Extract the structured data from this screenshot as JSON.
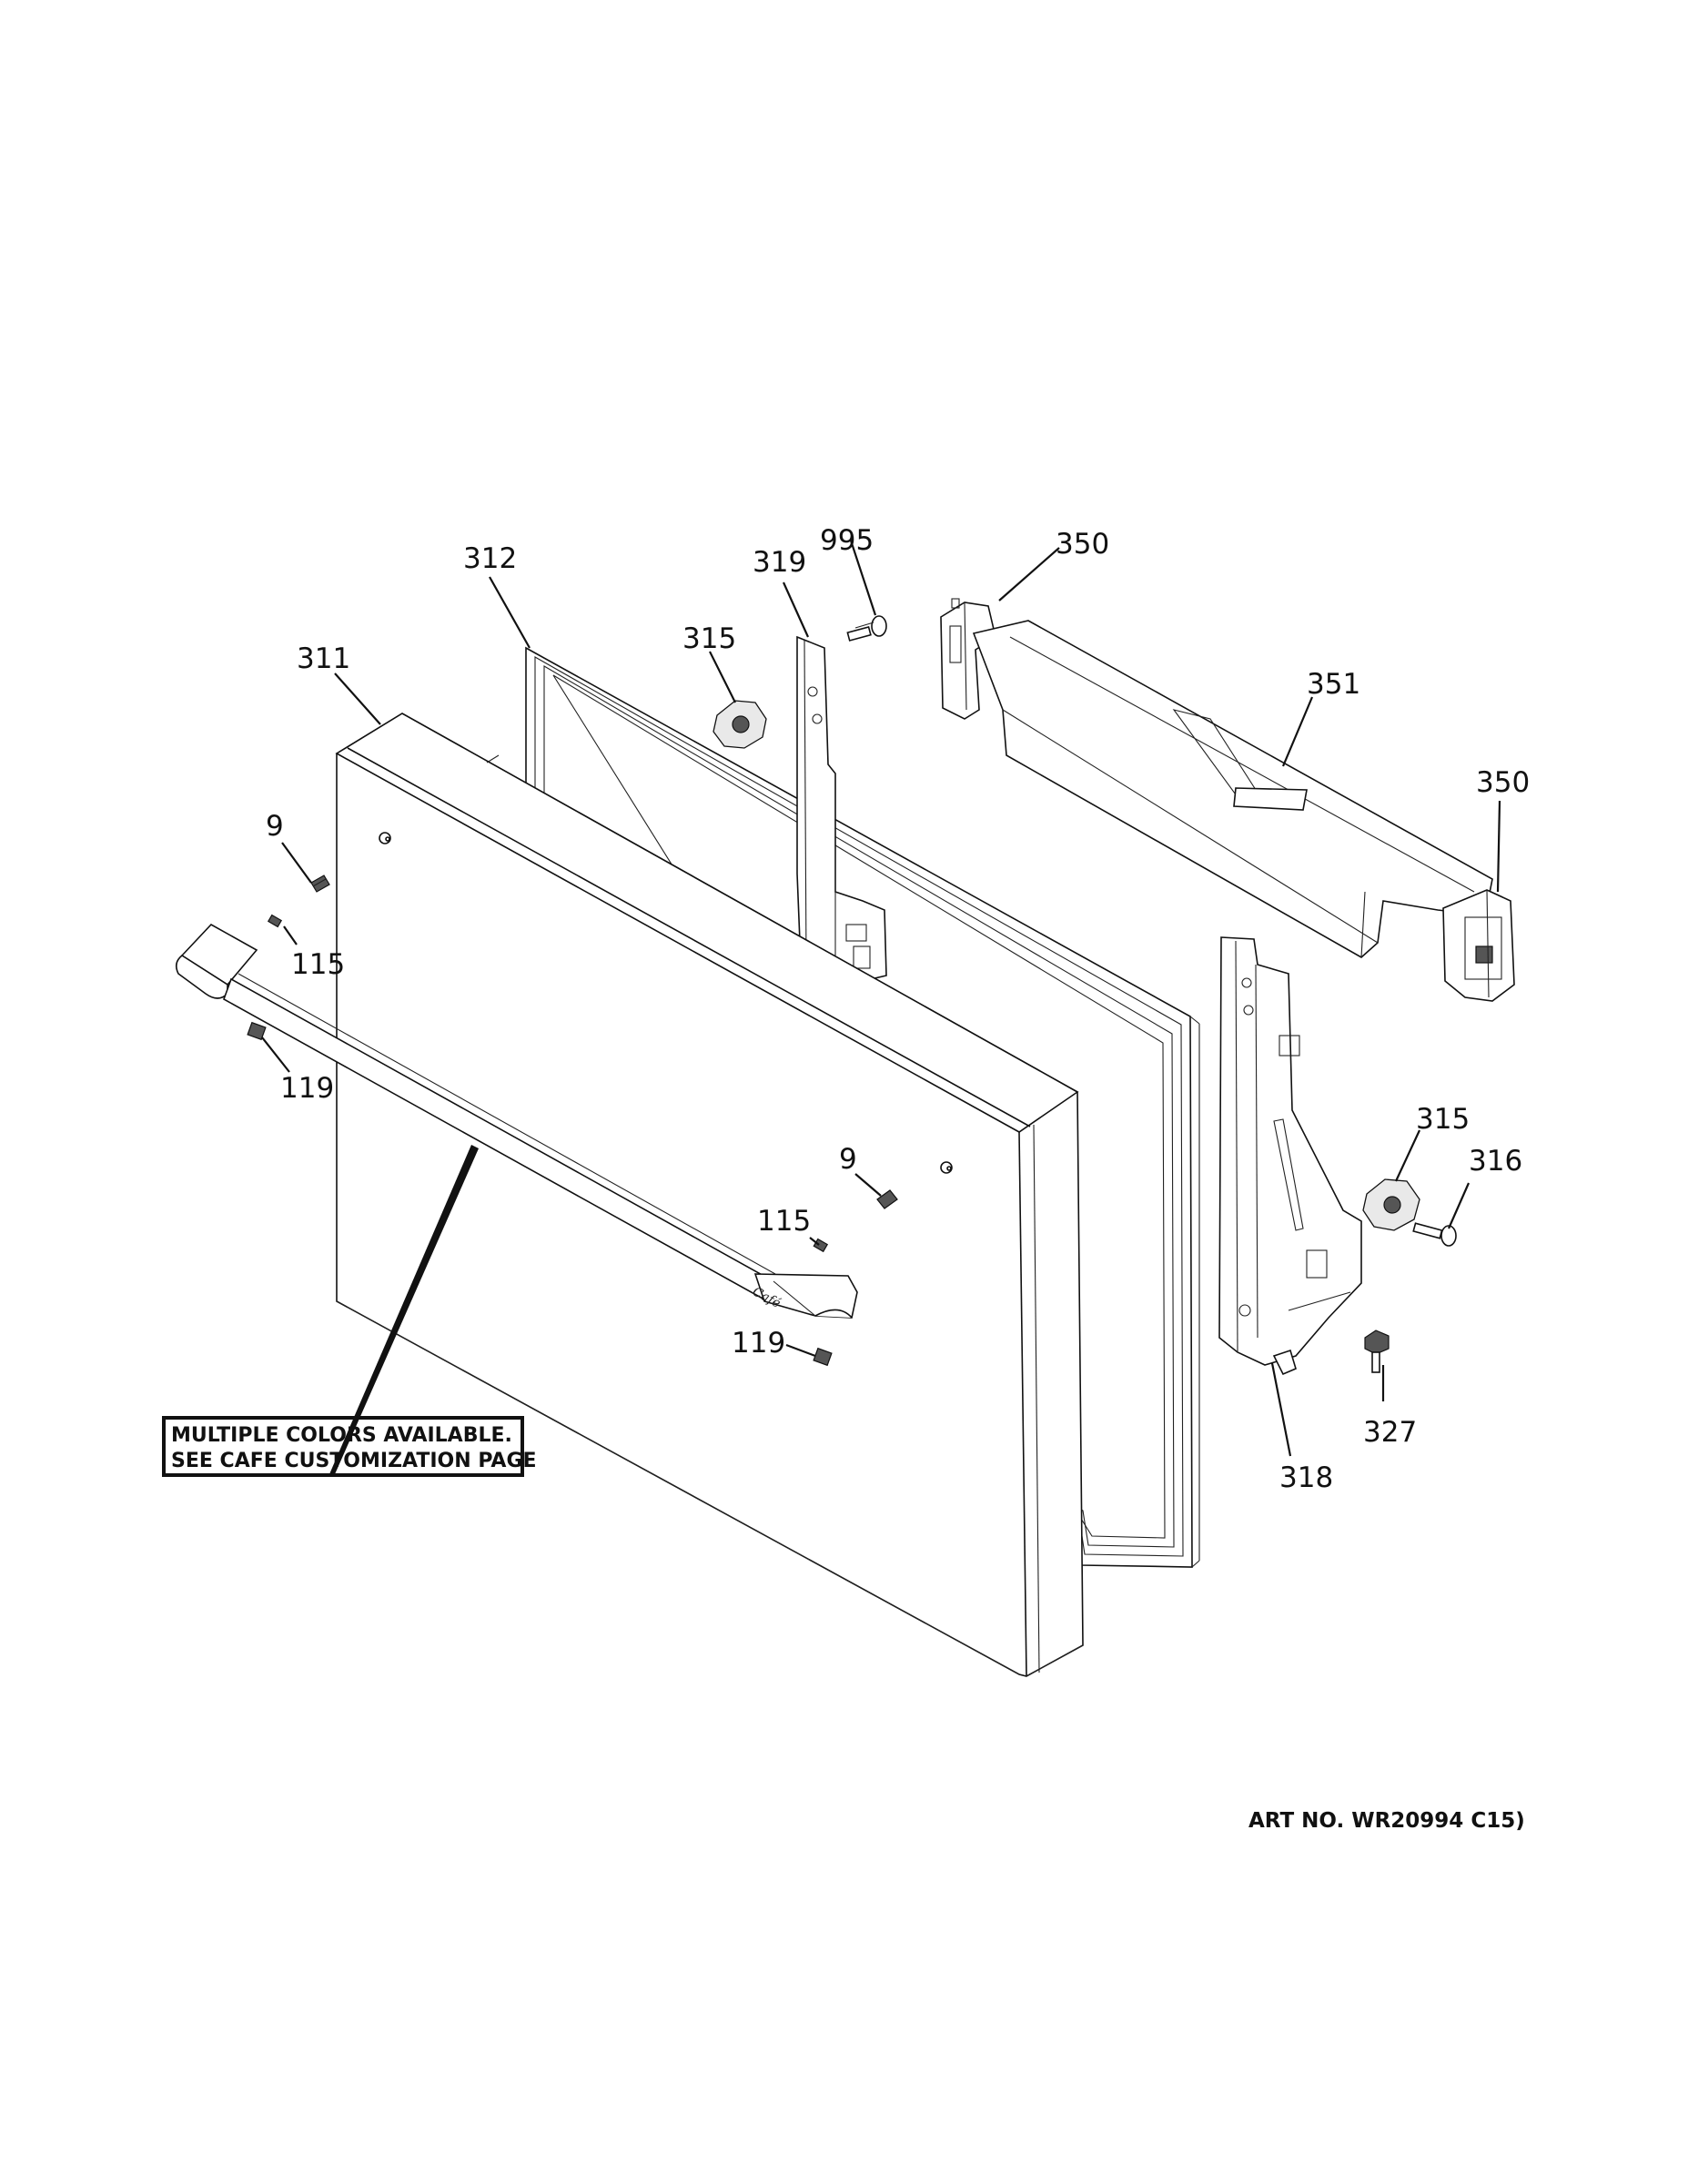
{
  "callouts": {
    "c312": "312",
    "c319": "319",
    "c995": "995",
    "c350_top": "350",
    "c315_top": "315",
    "c311": "311",
    "c351": "351",
    "c350_right": "350",
    "c9_left": "9",
    "c115_left": "115",
    "c119_left": "119",
    "c9_right": "9",
    "c115_right": "115",
    "c119_right": "119",
    "c315_right": "315",
    "c316": "316",
    "c327": "327",
    "c318": "318"
  },
  "note": {
    "line1": "MULTIPLE COLORS AVAILABLE.",
    "line2": "SEE CAFE CUSTOMIZATION PAGE"
  },
  "handle_logo": "Café",
  "art_number": "ART NO. WR20994 C15)"
}
